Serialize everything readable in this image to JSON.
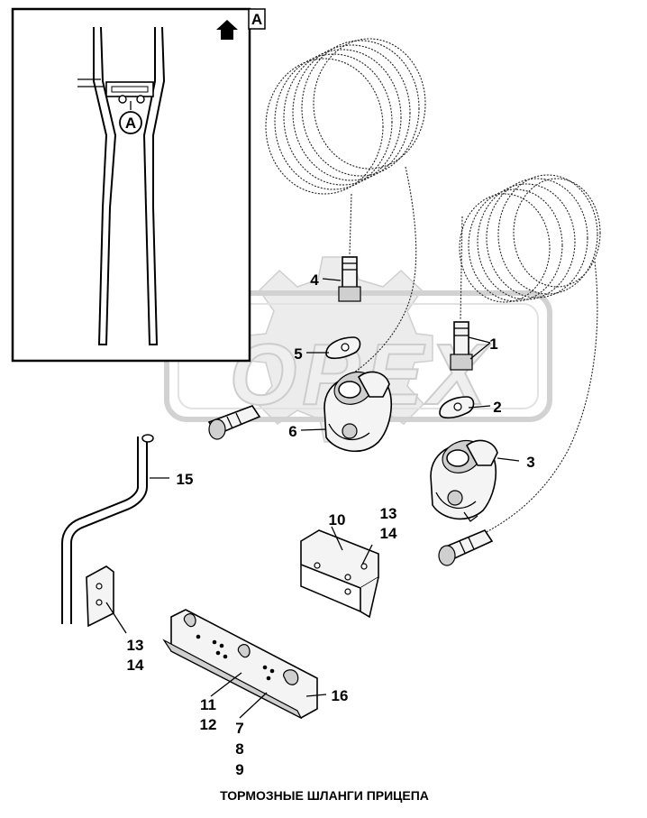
{
  "inset": {
    "corner_label": "A",
    "callout_letter": "A"
  },
  "watermark": {
    "text": "OPEX"
  },
  "callouts": {
    "c1": "1",
    "c2": "2",
    "c3": "3",
    "c4": "4",
    "c5": "5",
    "c6": "6",
    "c10": "10",
    "c13a": "13",
    "c14a": "14",
    "c15": "15",
    "c13b": "13",
    "c14b": "14",
    "c11": "11",
    "c12": "12",
    "c16": "16",
    "c7": "7",
    "c8": "8",
    "c9": "9"
  },
  "caption": "ТОРМОЗНЫЕ ШЛАНГИ ПРИЦЕПА"
}
